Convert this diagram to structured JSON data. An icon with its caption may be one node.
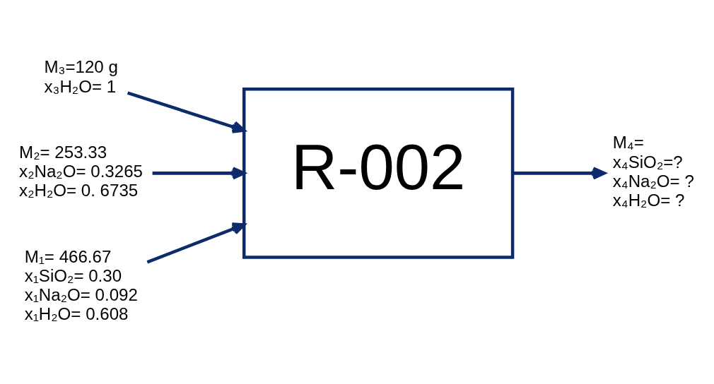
{
  "diagram": {
    "nodes": [
      {
        "text": [
          "R-002"
        ]
      },
      {
        "text": [
          "M₃=120 g"
        ],
        "beside": [
          "x₃H₂O= 1"
        ]
      },
      {
        "text": [
          "M₂= 253.33"
        ],
        "beside": [
          "x₂Na₂O= 0.3265",
          "x₂H₂O= 0. 6735"
        ]
      },
      {
        "text": [
          "M₁= 466.67"
        ],
        "beside": [
          "x₁SiO₂= 0.30",
          "x₁Na₂O= 0.092",
          "x₁H₂O= 0.608"
        ]
      },
      {
        "text": [
          "M₄="
        ],
        "beside": [
          "x₄SiO₂=?",
          "x₄Na₂O= ?",
          "x₄H₂O= ?"
        ]
      }
    ],
    "edges": [
      {
        "from": 1,
        "to": 0,
        "arrow": "to"
      },
      {
        "from": 2,
        "to": 0,
        "arrow": "to"
      },
      {
        "from": 3,
        "to": 0,
        "arrow": "to"
      },
      {
        "from": 0,
        "to": 4,
        "arrow": "to"
      }
    ]
  }
}
